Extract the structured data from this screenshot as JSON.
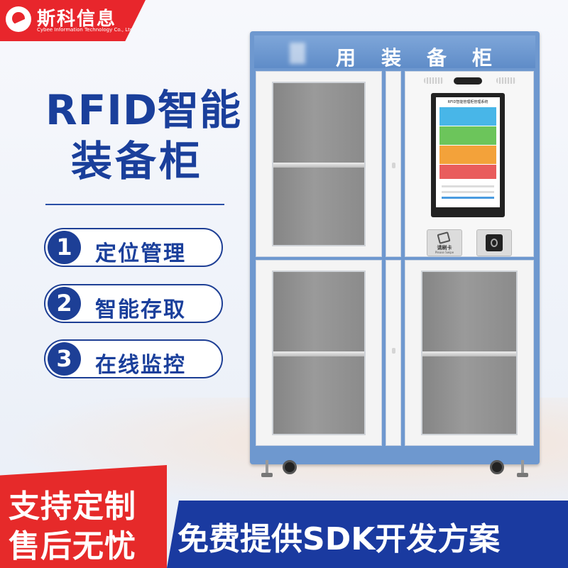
{
  "logo": {
    "brand_cn": "斯科信息",
    "brand_en": "Cybee Information Technology Co., Ltd."
  },
  "headline": {
    "line1": "RFID智能",
    "line2": "装备柜"
  },
  "features": [
    {
      "num": "1",
      "label": "定位管理"
    },
    {
      "num": "2",
      "label": "智能存取"
    },
    {
      "num": "3",
      "label": "在线监控"
    }
  ],
  "cabinet": {
    "title": "用装备柜",
    "screen_title": "RFID智能管理柜管理系统",
    "card_reader_label": "请刷卡",
    "card_reader_sub": "Please Swipe",
    "screen_tiles": [
      "#48b6e8",
      "#6cc55b",
      "#f3a23a",
      "#e95c5c"
    ]
  },
  "promo": {
    "line1": "支持定制",
    "line2": "售后无忧"
  },
  "sdk_banner": "免费提供SDK开发方案",
  "colors": {
    "brand_blue": "#1a3f9b",
    "brand_red": "#e8262c",
    "cabinet_blue": "#6e98cf",
    "banner_blue": "#1a3aa0"
  }
}
